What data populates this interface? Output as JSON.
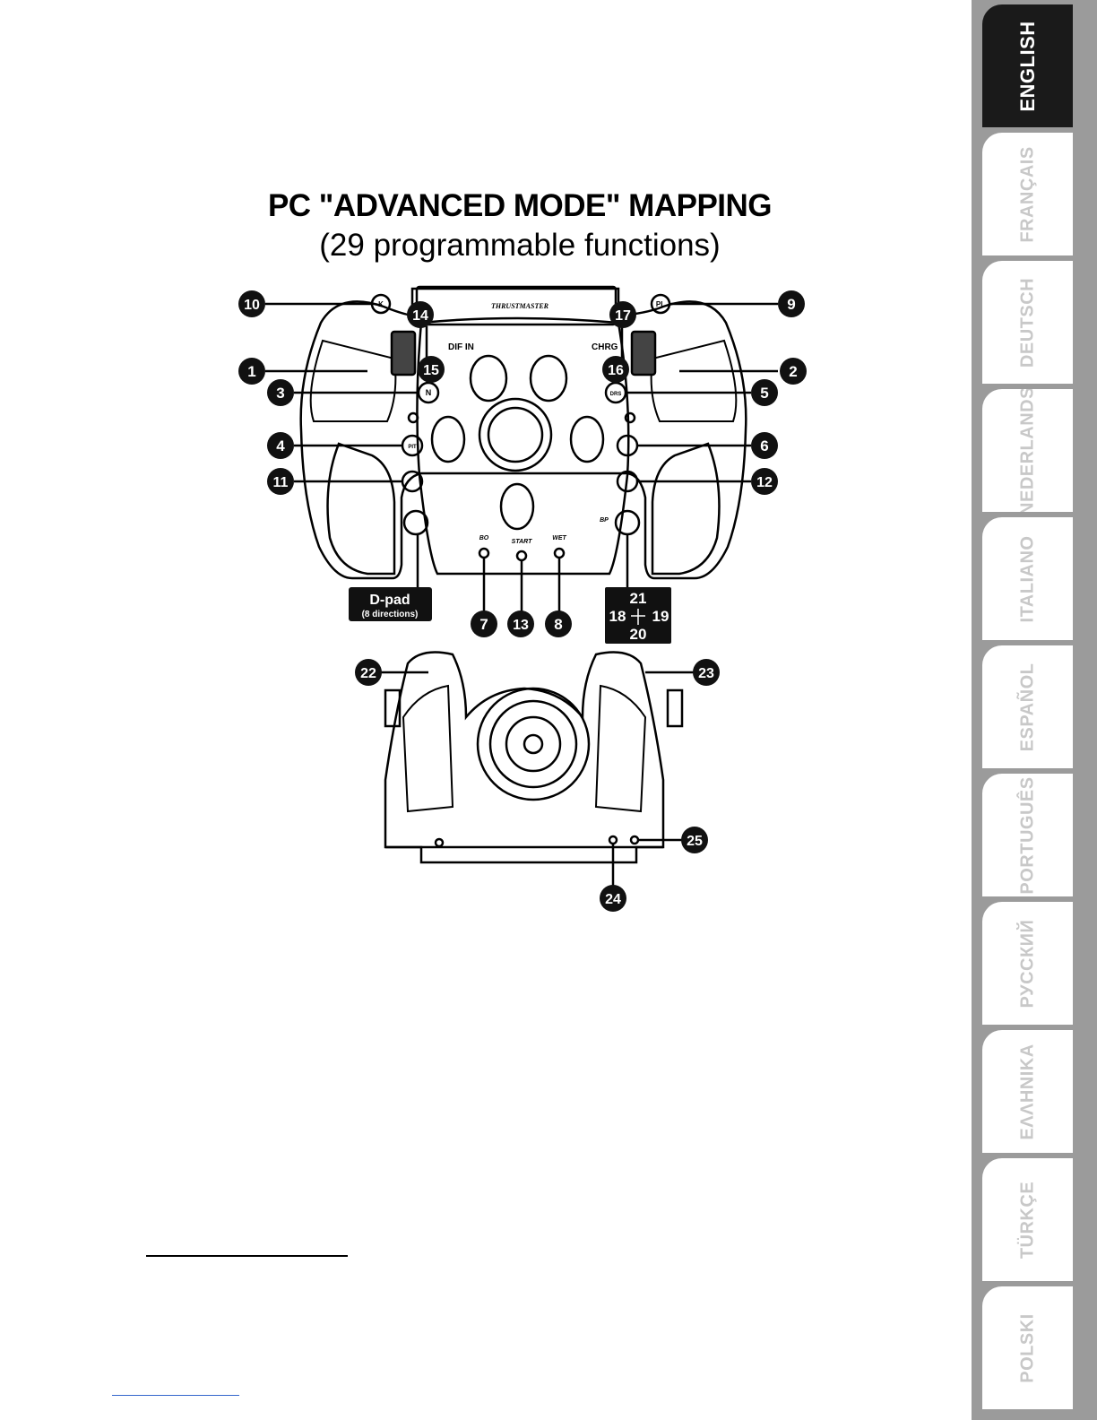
{
  "heading": {
    "title": "PC \"ADVANCED MODE\" MAPPING",
    "subtitle": "(29 programmable functions)"
  },
  "wheel": {
    "brand": "THRUSTMASTER",
    "paddle_labels": {
      "left": "DIF IN",
      "right": "CHRG"
    },
    "button_labels": {
      "neutral": "N",
      "drs": "DRS",
      "pit": "PIT",
      "k": "K",
      "pl": "PL"
    },
    "switch_labels": {
      "bo": "BO",
      "start": "START",
      "wet": "WET",
      "bp": "BP"
    }
  },
  "callouts": [
    "10",
    "9",
    "14",
    "17",
    "1",
    "2",
    "15",
    "16",
    "3",
    "5",
    "4",
    "6",
    "11",
    "12",
    "7",
    "13",
    "8",
    "22",
    "23",
    "25",
    "24"
  ],
  "legend_boxes": {
    "dpad": {
      "title": "D-pad",
      "sub": "(8 directions)"
    },
    "pov": {
      "up": "21",
      "left": "18",
      "right": "19",
      "down": "20"
    }
  },
  "language_tabs": [
    "ENGLISH",
    "FRANÇAIS",
    "DEUTSCH",
    "NEDERLANDS",
    "ITALIANO",
    "ESPAÑOL",
    "PORTUGUÊS",
    "РУССКИЙ",
    "ΕΛΛΗΝΙΚΑ",
    "TÜRKÇE",
    "POLSKI"
  ],
  "active_tab": "ENGLISH",
  "colors": {
    "tab_bg": "#9b9b9b",
    "tab_active": "#1a1a1a",
    "tab_text": "#c8c8c8",
    "link": "#3366cc"
  }
}
